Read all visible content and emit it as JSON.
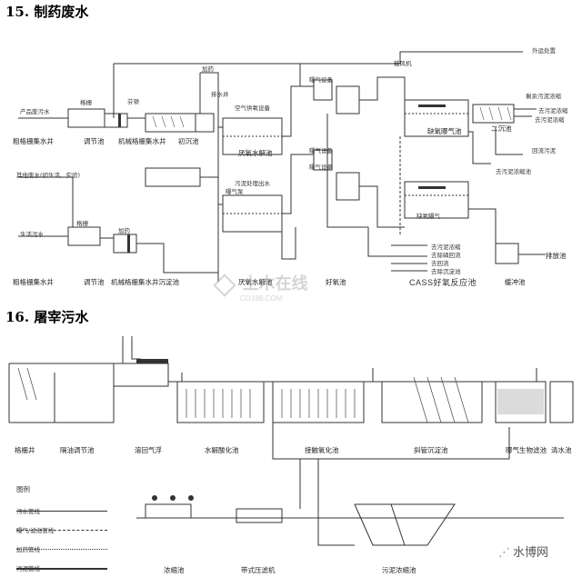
{
  "diagram15": {
    "title": "15. 制药废水",
    "top_labels": {
      "product_wastewater": "产品废污水",
      "screen": "格栅",
      "fenton": "芬顿",
      "dosing_top": "加药",
      "air_blower": "鼓风机",
      "air_oxygen": "空气供氧设备",
      "sludge_water": "污泥处理出水",
      "discharge_well": "排水井",
      "aeration1": "曝气设备",
      "aeration2": "曝气设备",
      "sludge_concentrate": "剩余污泥浓缩",
      "to_disposal": "外运处置",
      "to_sludge_a": "去污泥浓缩",
      "to_sludge_b": "去污泥浓缩",
      "return_sludge": "回流污泥",
      "sludge_thick": "去污泥浓缩池"
    },
    "bottom_labels": {
      "other_wastewater": "其他废水(如生活、实验)",
      "domestic": "生活污水",
      "screen2": "格栅",
      "dosing2": "加药",
      "aeration_pump": "曝气泵",
      "aeration3": "曝气设备",
      "legend_a": "去污泥浓缩",
      "legend_b": "去除磷回流",
      "legend_c": "去回流",
      "legend_d": "去除沉淀池"
    },
    "units": {
      "screen_well": "粗格栅集水井",
      "equalize": "调节池",
      "mech_screen": "机械格栅集水井",
      "primary": "初沉池",
      "anaerobic1": "厌氧水解池",
      "anaerobic2": "厌氧水解池",
      "cass_upper": "缺氧曝气池",
      "secondary": "二沉池",
      "fine_screen2": "粗格栅集水井",
      "equalize2": "调节池",
      "mech_screen2": "机械格栅集水井沉淀池",
      "aerobic": "好氧池",
      "cass": "CASS好氧反应池",
      "buffer": "缓冲池",
      "final": "排放池",
      "aeration_tank": "缺氧曝气"
    }
  },
  "diagram16": {
    "title": "16. 屠宰污水",
    "units": {
      "grid_well": "格栅井",
      "equalize": "隔油调节池",
      "air_float": "溶回气浮",
      "hydrolysis": "水解酸化池",
      "contact_ox": "接触氧化池",
      "sediment": "斜管沉淀池",
      "bio_filter": "曝气生物滤池",
      "clear_pool": "清水池",
      "thickener": "浓缩池",
      "filter_press": "带式压滤机",
      "sludge_tank": "污泥浓缩池"
    },
    "legend": {
      "title": "图例",
      "items": [
        "污水管线",
        "曝气/滤池管线",
        "加药管线",
        "污泥管线"
      ]
    }
  },
  "watermark": {
    "brand": "土木在线",
    "url": "CO188.COM",
    "logo": "水博网"
  },
  "colors": {
    "line": "#333333",
    "light": "#999999",
    "accent": "#2ca54a"
  }
}
